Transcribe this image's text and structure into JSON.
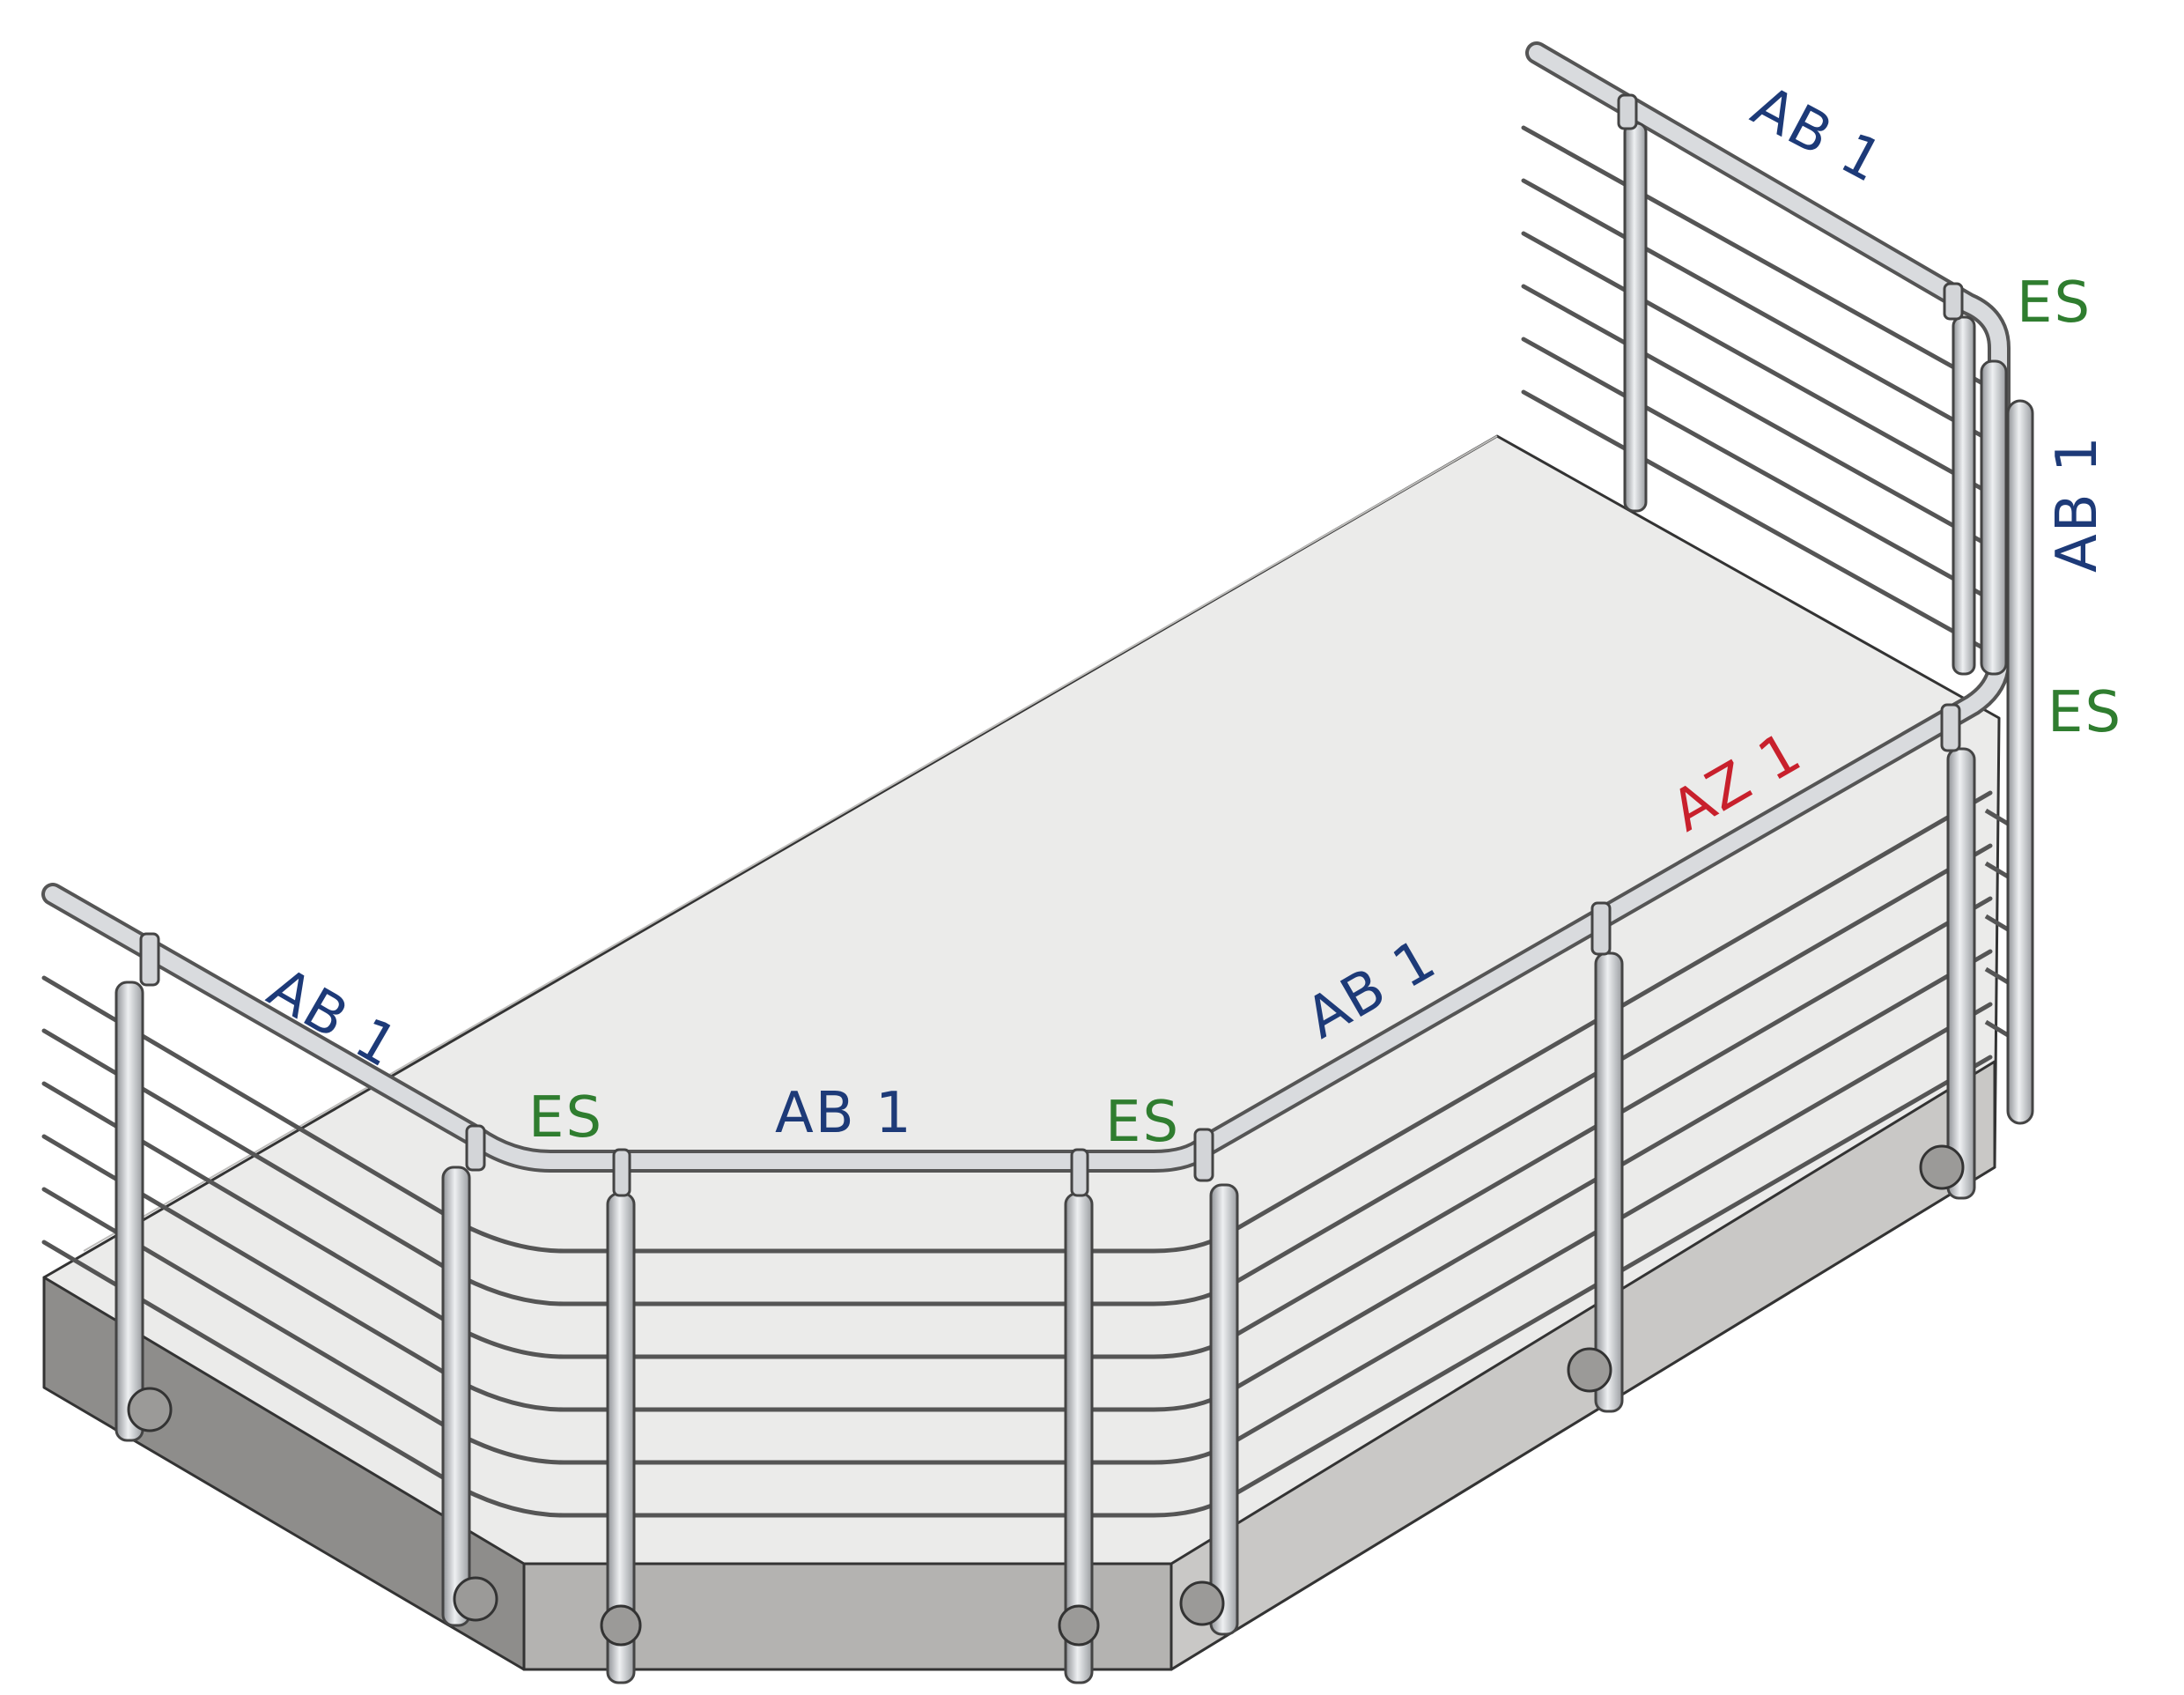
{
  "colors": {
    "ab": "#1d3a78",
    "es": "#2f7d2f",
    "az": "#c8202c",
    "floor_top": "#ebebea",
    "slab_left": "#8e8d8b",
    "slab_front": "#b4b3b1",
    "slab_right": "#c9c8c6",
    "steel": "#c4c6c9",
    "edge": "#333333"
  },
  "labels": {
    "ab_left": "AB 1",
    "es_left_front": "ES",
    "ab_front": "AB 1",
    "es_right_front": "ES",
    "ab_right_lower": "AB 1",
    "az_right": "AZ 1",
    "ab_back_top": "AB 1",
    "es_back_top": "ES",
    "ab_back_vertical": "AB 1",
    "es_back_corner": "ES"
  }
}
